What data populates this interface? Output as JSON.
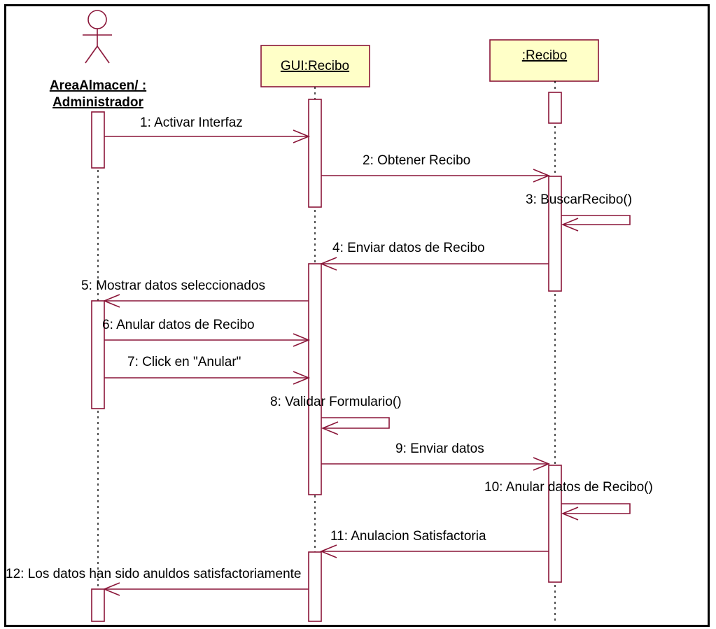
{
  "participants": {
    "actor": {
      "line1": "AreaAlmacen/ :",
      "line2": "Administrador"
    },
    "gui": {
      "label": "GUI:Recibo"
    },
    "recibo": {
      "label": ":Recibo"
    }
  },
  "messages": [
    "1: Activar Interfaz",
    "2: Obtener Recibo",
    "3: BuscarRecibo()",
    "4: Enviar datos de Recibo",
    "5: Mostrar datos seleccionados",
    "6: Anular datos de Recibo",
    "7: Click en \"Anular\"",
    "8: Validar Formulario()",
    "9: Enviar datos",
    "10: Anular datos de Recibo()",
    "11: Anulacion Satisfactoria",
    "12: Los datos han sido anuldos satisfactoriamente"
  ],
  "colors": {
    "line": "#8a1538",
    "object_fill": "#ffffc8"
  }
}
